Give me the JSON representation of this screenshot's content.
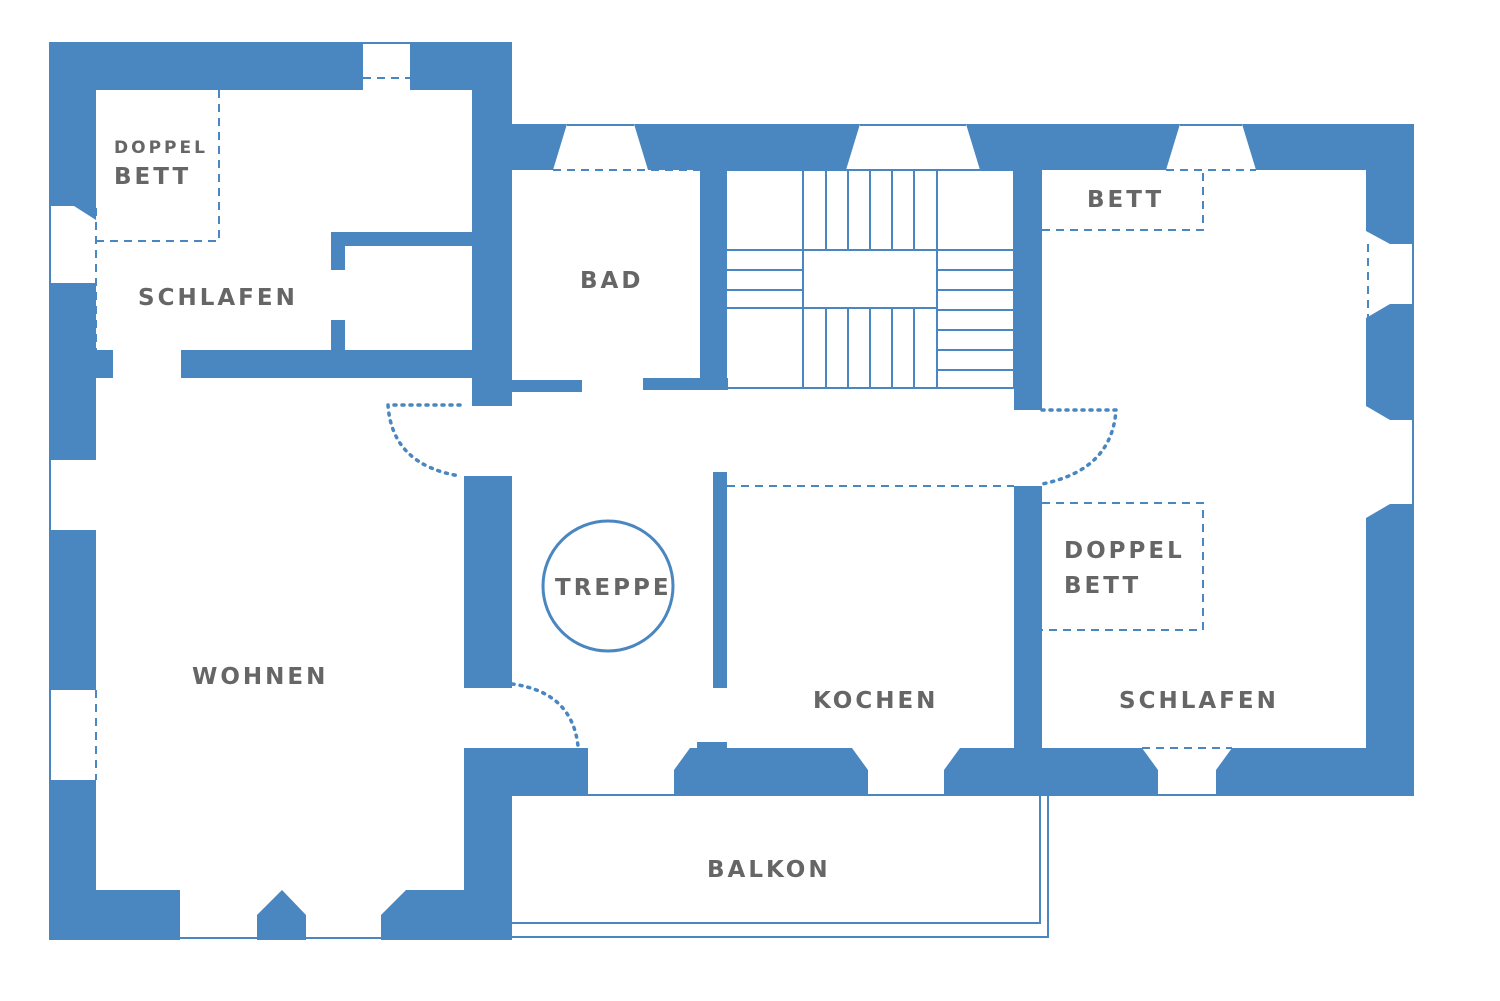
{
  "colors": {
    "wall": "#4a86c0",
    "label": "#666666",
    "background": "#ffffff"
  },
  "rooms": {
    "schlafen_left": "SCHLAFEN",
    "doppel_bett_left_line1": "DOPPEL",
    "doppel_bett_left_line2": "BETT",
    "bad": "BAD",
    "bett_right": "BETT",
    "wohnen": "WOHNEN",
    "treppe": "TREPPE",
    "kochen": "KOCHEN",
    "doppel_bett_right_line1": "DOPPEL",
    "doppel_bett_right_line2": "BETT",
    "schlafen_right": "SCHLAFEN",
    "balkon": "BALKON"
  }
}
